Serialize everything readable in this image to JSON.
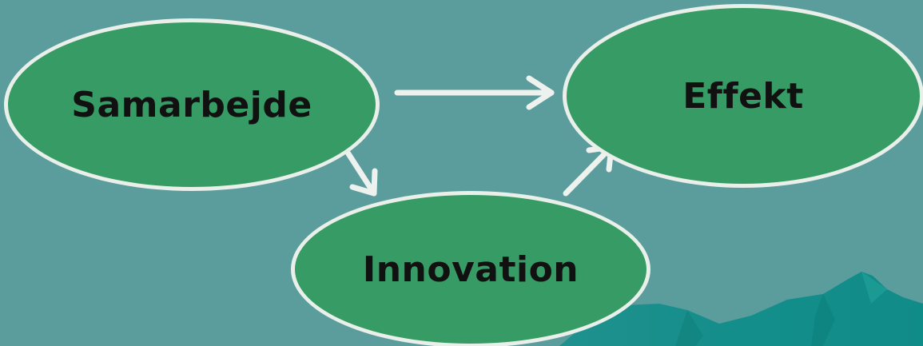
{
  "diagram": {
    "nodes": {
      "samarbejde": {
        "label": "Samarbejde"
      },
      "effekt": {
        "label": "Effekt"
      },
      "innovation": {
        "label": "Innovation"
      }
    },
    "edges": [
      {
        "from": "Samarbejde",
        "to": "Effekt"
      },
      {
        "from": "Samarbejde",
        "to": "Innovation"
      },
      {
        "from": "Innovation",
        "to": "Effekt"
      }
    ]
  },
  "colors": {
    "background": "#5b9c9c",
    "node_fill": "#369b64",
    "node_border": "#e9efe9",
    "arrow": "#eef2ee",
    "text": "#111111",
    "decoration": "#0f8f8b"
  }
}
